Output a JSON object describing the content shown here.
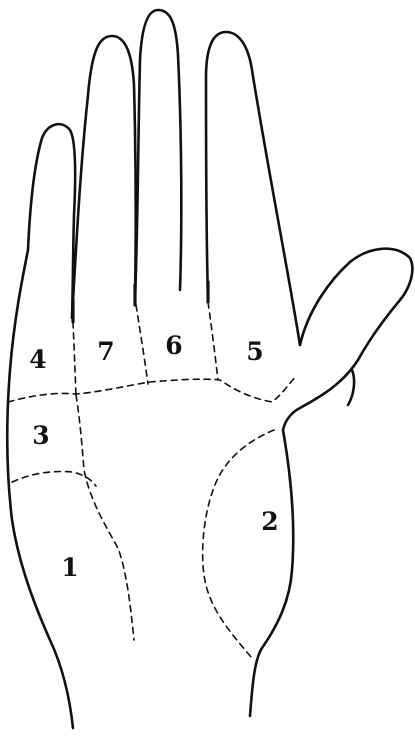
{
  "figure": {
    "zones": [
      {
        "id": "zone-1",
        "label": "1"
      },
      {
        "id": "zone-2",
        "label": "2"
      },
      {
        "id": "zone-3",
        "label": "3"
      },
      {
        "id": "zone-4",
        "label": "4"
      },
      {
        "id": "zone-5",
        "label": "5"
      },
      {
        "id": "zone-6",
        "label": "6"
      },
      {
        "id": "zone-7",
        "label": "7"
      }
    ]
  }
}
